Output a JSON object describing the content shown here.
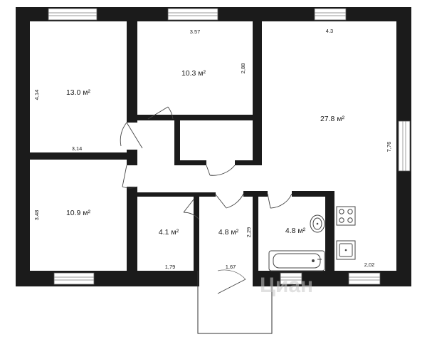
{
  "rooms": [
    {
      "id": "bedroom-top-left",
      "area": "13.0 м²"
    },
    {
      "id": "bedroom-top-middle",
      "area": "10.3 м²"
    },
    {
      "id": "living-kitchen",
      "area": "27.8 м²"
    },
    {
      "id": "bedroom-bottom-left",
      "area": "10.9 м²"
    },
    {
      "id": "storage",
      "area": "4.1 м²"
    },
    {
      "id": "hall-small",
      "area": "4.8 м²"
    },
    {
      "id": "bathroom",
      "area": "4.8 м²"
    }
  ],
  "dimensions": {
    "top_middle_width": "3.57",
    "top_right_width": "4.3",
    "top_left_height": "4,14",
    "top_middle_height": "2,88",
    "right_height": "7,76",
    "left_divider_width": "3,14",
    "bottom_left_height": "3,48",
    "storage_width": "1,79",
    "hall_width": "1,67",
    "hall_height": "2,29",
    "kitchen_bottom_width": "2,02"
  },
  "watermark": "Циан",
  "colors": {
    "wall": "#1b1b1b",
    "background": "#ffffff"
  }
}
